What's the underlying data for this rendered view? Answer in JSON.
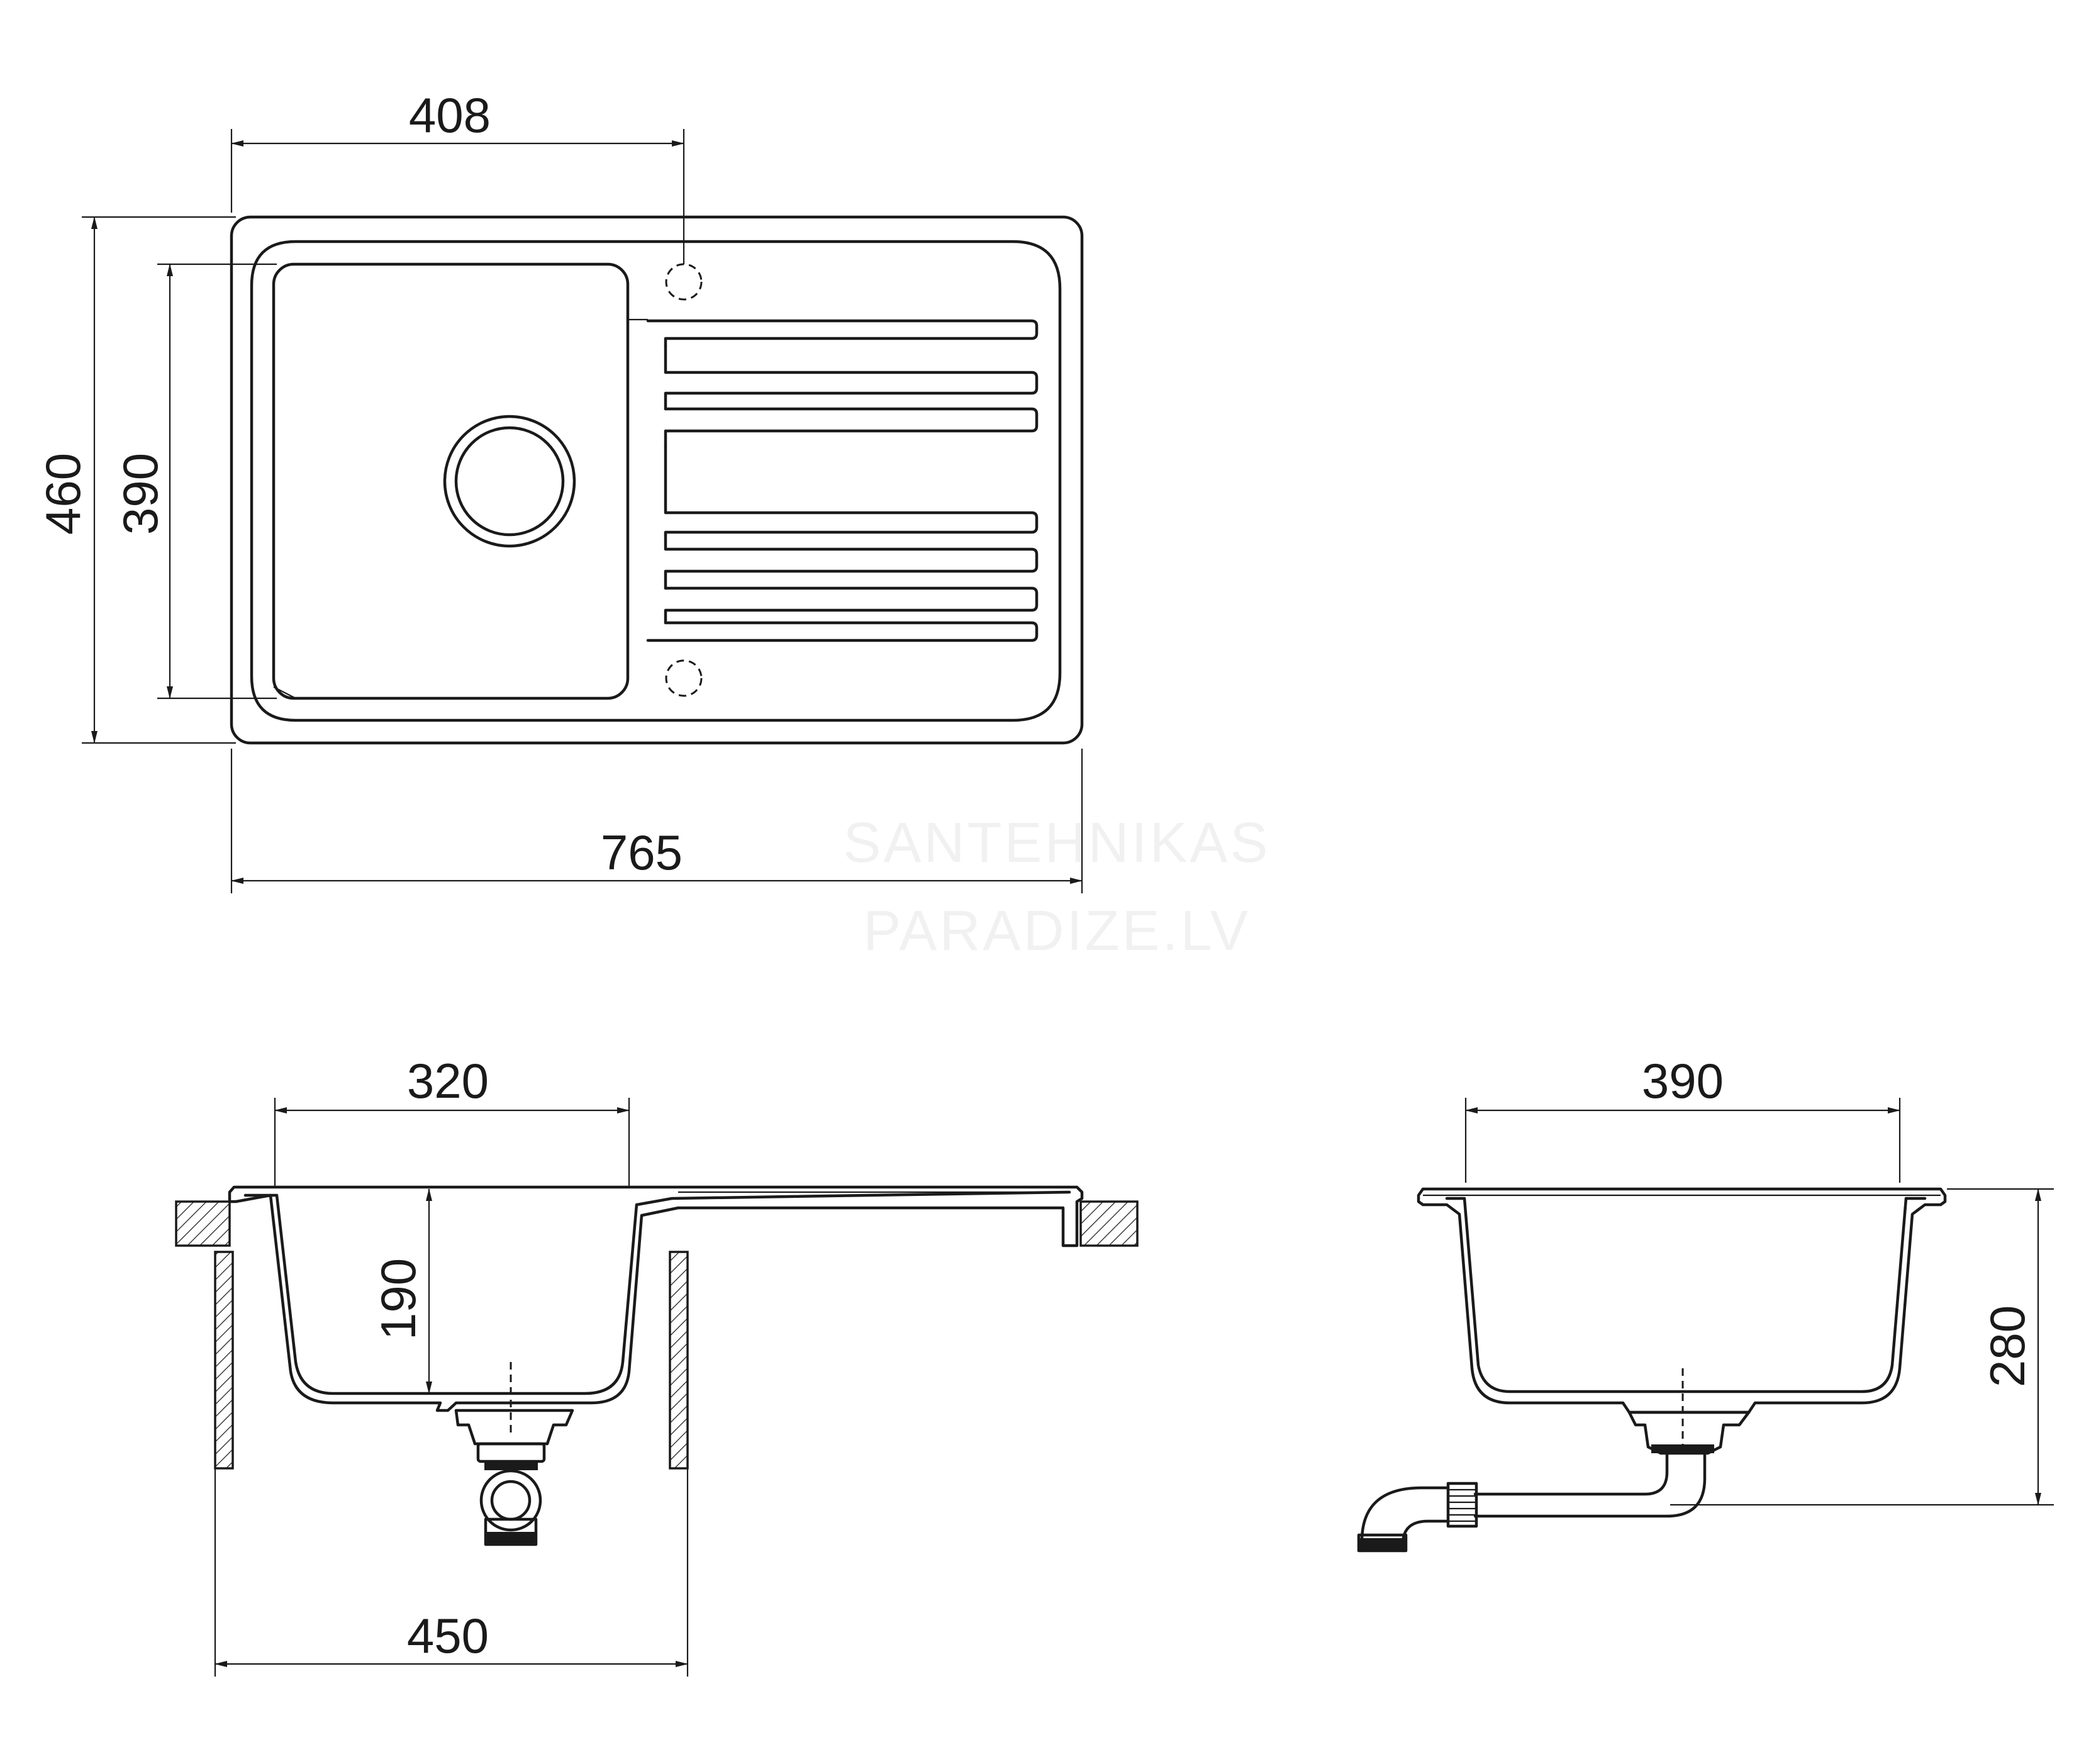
{
  "dimensions": {
    "top_view": {
      "drainer_edge": "408",
      "overall_depth": "460",
      "bowl_depth": "390",
      "overall_width": "765"
    },
    "front_section": {
      "bowl_width": "320",
      "bowl_depth": "190",
      "cabinet_width": "450"
    },
    "side_section": {
      "bowl_length": "390",
      "overall_height": "280"
    }
  },
  "watermark": {
    "line1": "SANTEHNIKAS",
    "line2": "PARADIZE.LV"
  }
}
